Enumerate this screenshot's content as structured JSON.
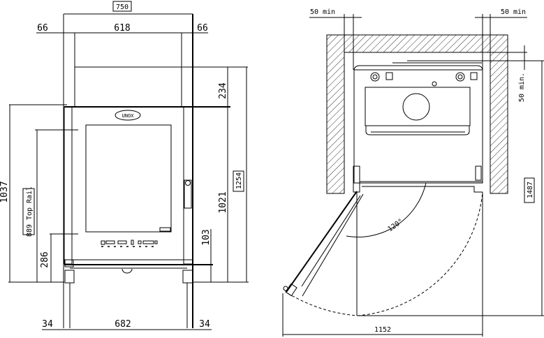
{
  "front_view": {
    "overall_width": "750",
    "side_left": "66",
    "rack_width": "618",
    "side_right": "66",
    "top_height": "234",
    "total_height_boxed": "1254",
    "oven_height": "1021",
    "left_height": "1037",
    "top_rail": "889 Top Rail",
    "tray_height": "286",
    "base_height": "103",
    "foot_left": "34",
    "base_width": "682",
    "foot_right": "34",
    "logo": "UNOX"
  },
  "plan_view": {
    "clearance_left": "50 min",
    "clearance_right": "50 min",
    "clearance_back": "50 min.",
    "depth_boxed": "1487",
    "door_angle": "120°",
    "swing_width": "1152"
  }
}
